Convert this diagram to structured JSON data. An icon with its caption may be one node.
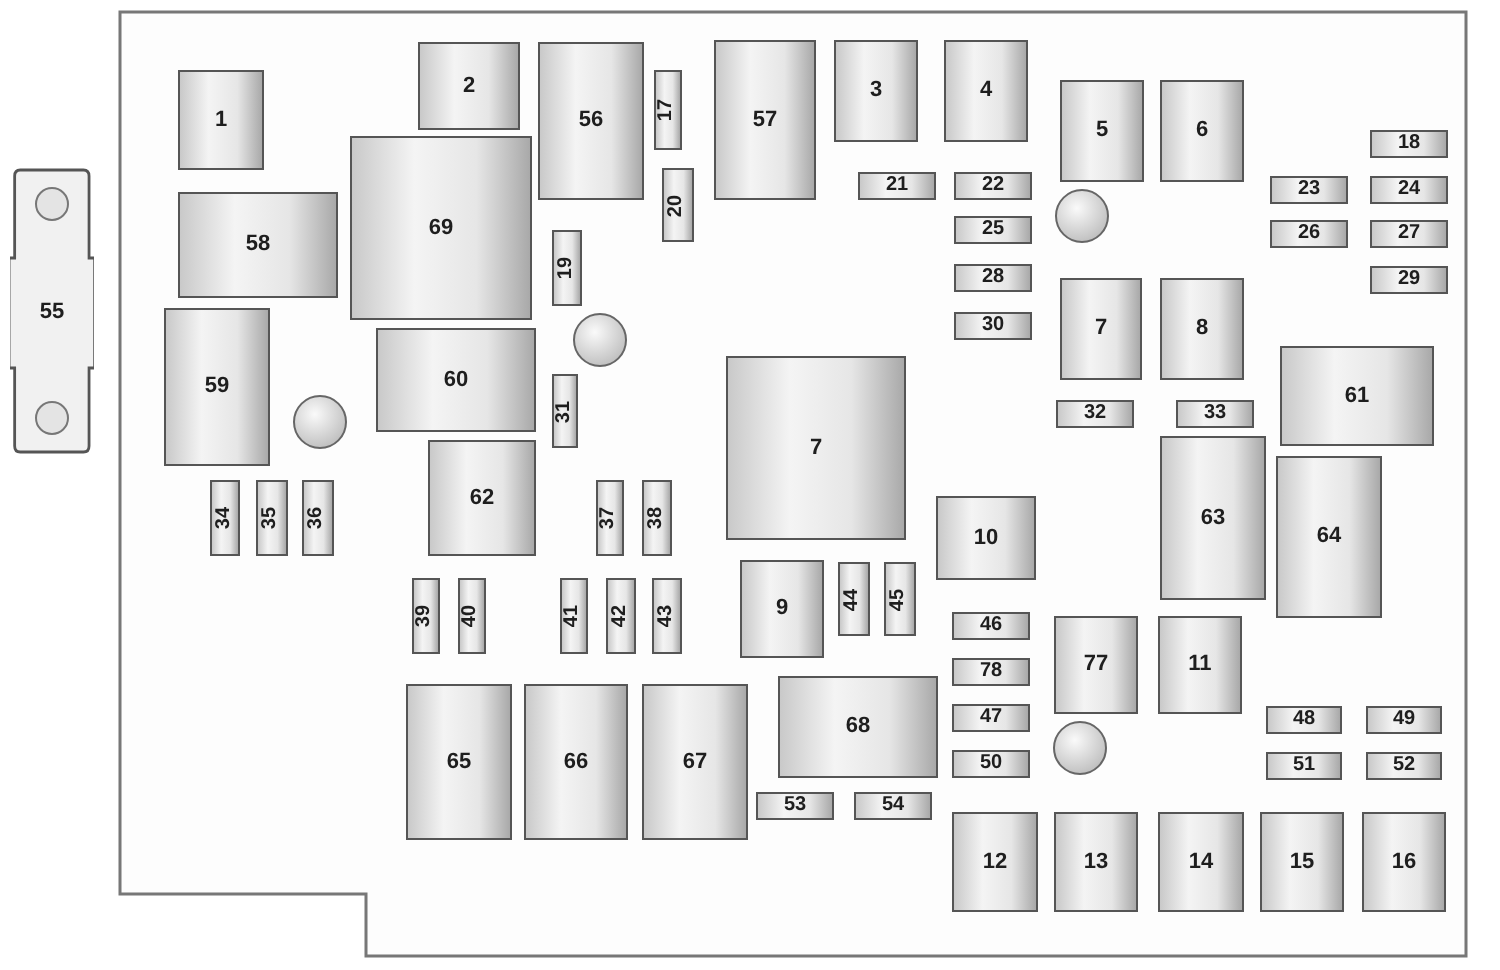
{
  "diagram": {
    "nodes": [
      {
        "text": [
          "1"
        ]
      },
      {
        "text": [
          "2"
        ]
      },
      {
        "text": [
          "56"
        ]
      },
      {
        "text": [
          "17"
        ]
      },
      {
        "text": [
          "57"
        ]
      },
      {
        "text": [
          "3"
        ]
      },
      {
        "text": [
          "4"
        ]
      },
      {
        "text": [
          "5"
        ]
      },
      {
        "text": [
          "6"
        ]
      },
      {
        "text": [
          "18"
        ]
      },
      {
        "text": [
          "69"
        ]
      },
      {
        "text": [
          "20"
        ]
      },
      {
        "text": [
          "21"
        ]
      },
      {
        "text": [
          "22"
        ]
      },
      {
        "text": [
          "23"
        ]
      },
      {
        "text": [
          "24"
        ]
      },
      {
        "text": [
          "58"
        ]
      },
      {
        "text": [
          "55"
        ]
      },
      {
        "text": [
          "25"
        ]
      },
      {
        "text": [
          "26"
        ]
      },
      {
        "text": [
          "27"
        ]
      },
      {
        "text": [
          "19"
        ]
      },
      {
        "text": [
          "28"
        ]
      },
      {
        "text": [
          "29"
        ]
      },
      {
        "text": [
          "7"
        ]
      },
      {
        "text": [
          "8"
        ]
      },
      {
        "text": [
          "59"
        ]
      },
      {
        "text": [
          "30"
        ]
      },
      {
        "text": [
          "60"
        ]
      },
      {
        "text": [
          "61"
        ]
      },
      {
        "text": [
          "7"
        ]
      },
      {
        "text": [
          "31"
        ]
      },
      {
        "text": [
          "32"
        ]
      },
      {
        "text": [
          "33"
        ]
      },
      {
        "text": [
          "63"
        ]
      },
      {
        "text": [
          "62"
        ]
      },
      {
        "text": [
          "64"
        ]
      },
      {
        "text": [
          "34"
        ]
      },
      {
        "text": [
          "35"
        ]
      },
      {
        "text": [
          "36"
        ]
      },
      {
        "text": [
          "37"
        ]
      },
      {
        "text": [
          "38"
        ]
      },
      {
        "text": [
          "10"
        ]
      },
      {
        "text": [
          "9"
        ]
      },
      {
        "text": [
          "44"
        ]
      },
      {
        "text": [
          "45"
        ]
      },
      {
        "text": [
          "39"
        ]
      },
      {
        "text": [
          "40"
        ]
      },
      {
        "text": [
          "41"
        ]
      },
      {
        "text": [
          "42"
        ]
      },
      {
        "text": [
          "43"
        ]
      },
      {
        "text": [
          "46"
        ]
      },
      {
        "text": [
          "77"
        ]
      },
      {
        "text": [
          "11"
        ]
      },
      {
        "text": [
          "78"
        ]
      },
      {
        "text": [
          "68"
        ]
      },
      {
        "text": [
          "65"
        ]
      },
      {
        "text": [
          "66"
        ]
      },
      {
        "text": [
          "67"
        ]
      },
      {
        "text": [
          "47"
        ]
      },
      {
        "text": [
          "48"
        ]
      },
      {
        "text": [
          "49"
        ]
      },
      {
        "text": [
          "50"
        ]
      },
      {
        "text": [
          "51"
        ]
      },
      {
        "text": [
          "52"
        ]
      },
      {
        "text": [
          "53"
        ]
      },
      {
        "text": [
          "54"
        ]
      },
      {
        "text": [
          "12"
        ]
      },
      {
        "text": [
          "13"
        ]
      },
      {
        "text": [
          "14"
        ]
      },
      {
        "text": [
          "15"
        ]
      },
      {
        "text": [
          "16"
        ]
      }
    ]
  }
}
